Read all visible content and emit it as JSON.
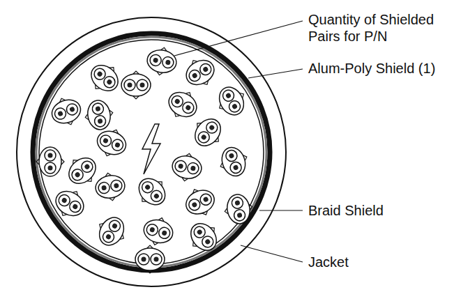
{
  "diagram": {
    "labels": [
      "Quantity of Shielded Pairs for P/N",
      "Alum-Poly Shield (1)",
      "Braid Shield",
      "Jacket"
    ]
  }
}
